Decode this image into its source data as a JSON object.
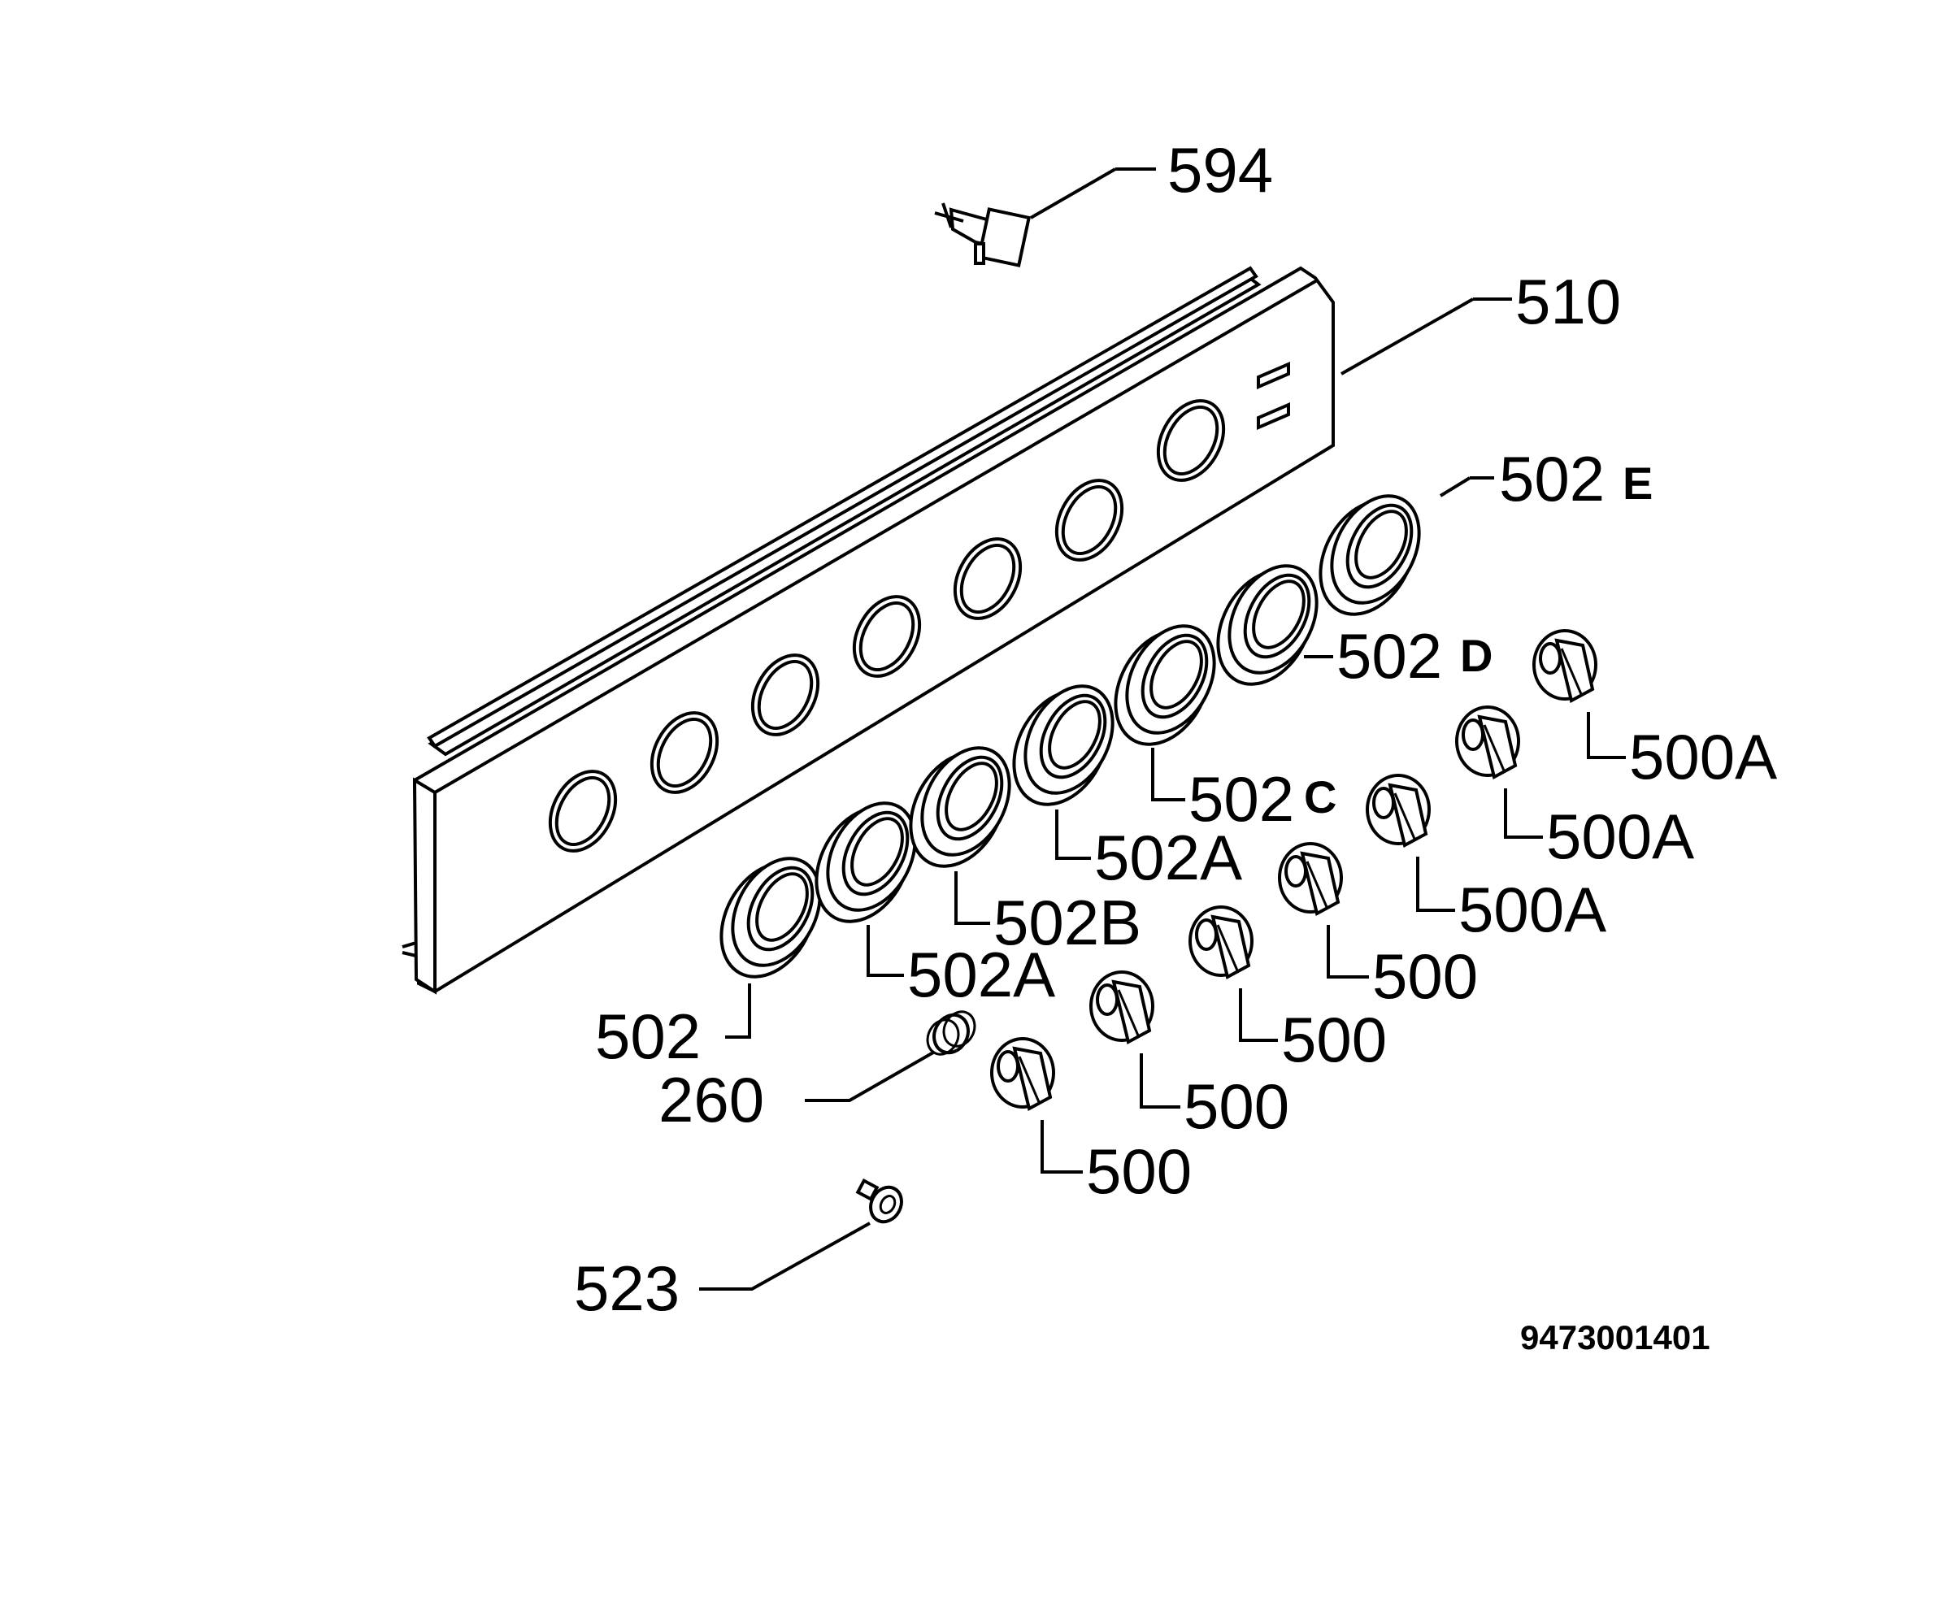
{
  "labels": {
    "l594": "594",
    "l510": "510",
    "l502e": "502",
    "l502e_suffix": "E",
    "l502d": "502",
    "l502d_suffix": "D",
    "l502c": "502",
    "l502c_suffix": "C",
    "l502a_upper": "502A",
    "l502b": "502B",
    "l502a_lower": "502A",
    "l502": "502",
    "l500a_1": "500A",
    "l500a_2": "500A",
    "l500a_3": "500A",
    "l500_1": "500",
    "l500_2": "500",
    "l500_3": "500",
    "l500_4": "500",
    "l260": "260",
    "l523": "523"
  },
  "diagram_code": "9473001401"
}
